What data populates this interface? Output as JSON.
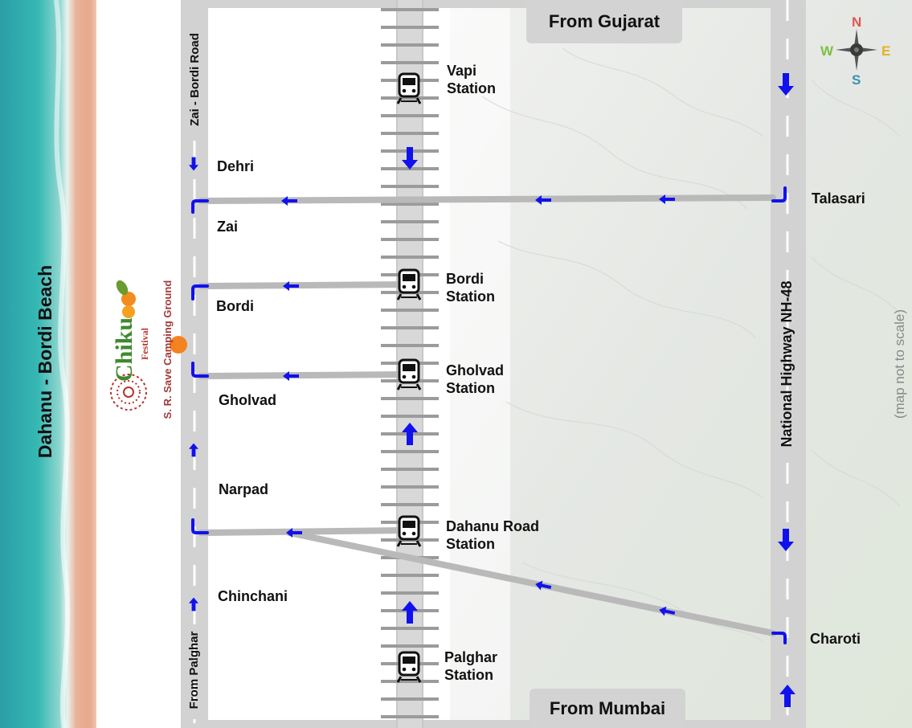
{
  "map": {
    "beach_label": "Dahanu - Bordi Beach",
    "west_road_label": "Zai - Bordi Road",
    "west_road_south_label": "From Palghar",
    "highway_label": "National Highway NH-48",
    "scale_note": "(map not to scale)",
    "top_tab": "From Gujarat",
    "bottom_tab": "From Mumbai",
    "villages": [
      "Dehri",
      "Zai",
      "Bordi",
      "Gholvad",
      "Narpad",
      "Chinchani"
    ],
    "highway_places": [
      "Talasari",
      "Charoti"
    ],
    "stations": [
      {
        "line1": "Vapi",
        "line2": "Station"
      },
      {
        "line1": "Bordi",
        "line2": "Station"
      },
      {
        "line1": "Gholvad",
        "line2": "Station"
      },
      {
        "line1": "Dahanu Road",
        "line2": "Station"
      },
      {
        "line1": "Palghar",
        "line2": "Station"
      }
    ],
    "venue": {
      "logo_text": "Chiku",
      "logo_subtext": "Festival",
      "name": "S. R. Save Camping Ground",
      "marker_color": "#f58220"
    },
    "compass": {
      "n": "N",
      "s": "S",
      "e": "E",
      "w": "W"
    },
    "colors": {
      "road": "#d2d2d2",
      "route": "#b9b9b9",
      "arrow": "#1111ee",
      "sea": "#2aa8a8",
      "sand": "#e4a68a"
    },
    "icons": [
      "train-icon",
      "compass-icon",
      "arrow-icon",
      "location-marker-icon"
    ]
  }
}
